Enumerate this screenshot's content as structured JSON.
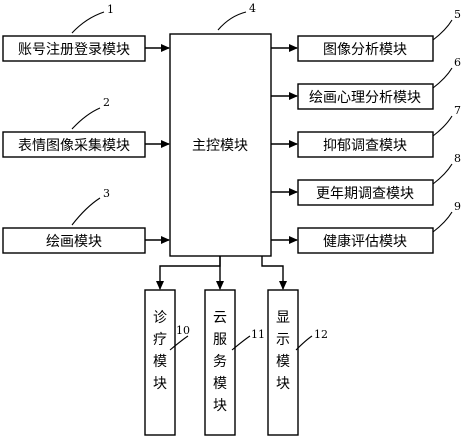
{
  "main_module": {
    "label": "主控模块",
    "ref": "4"
  },
  "left_modules": [
    {
      "label": "账号注册登录模块",
      "ref": "1"
    },
    {
      "label": "表情图像采集模块",
      "ref": "2"
    },
    {
      "label": "绘画模块",
      "ref": "3"
    }
  ],
  "right_modules": [
    {
      "label": "图像分析模块",
      "ref": "5"
    },
    {
      "label": "绘画心理分析模块",
      "ref": "6"
    },
    {
      "label": "抑郁调查模块",
      "ref": "7"
    },
    {
      "label": "更年期调查模块",
      "ref": "8"
    },
    {
      "label": "健康评估模块",
      "ref": "9"
    }
  ],
  "bottom_modules": [
    {
      "label": "诊疗模块",
      "ref": "10"
    },
    {
      "label": "云服务模块",
      "ref": "11"
    },
    {
      "label": "显示模块",
      "ref": "12"
    }
  ]
}
